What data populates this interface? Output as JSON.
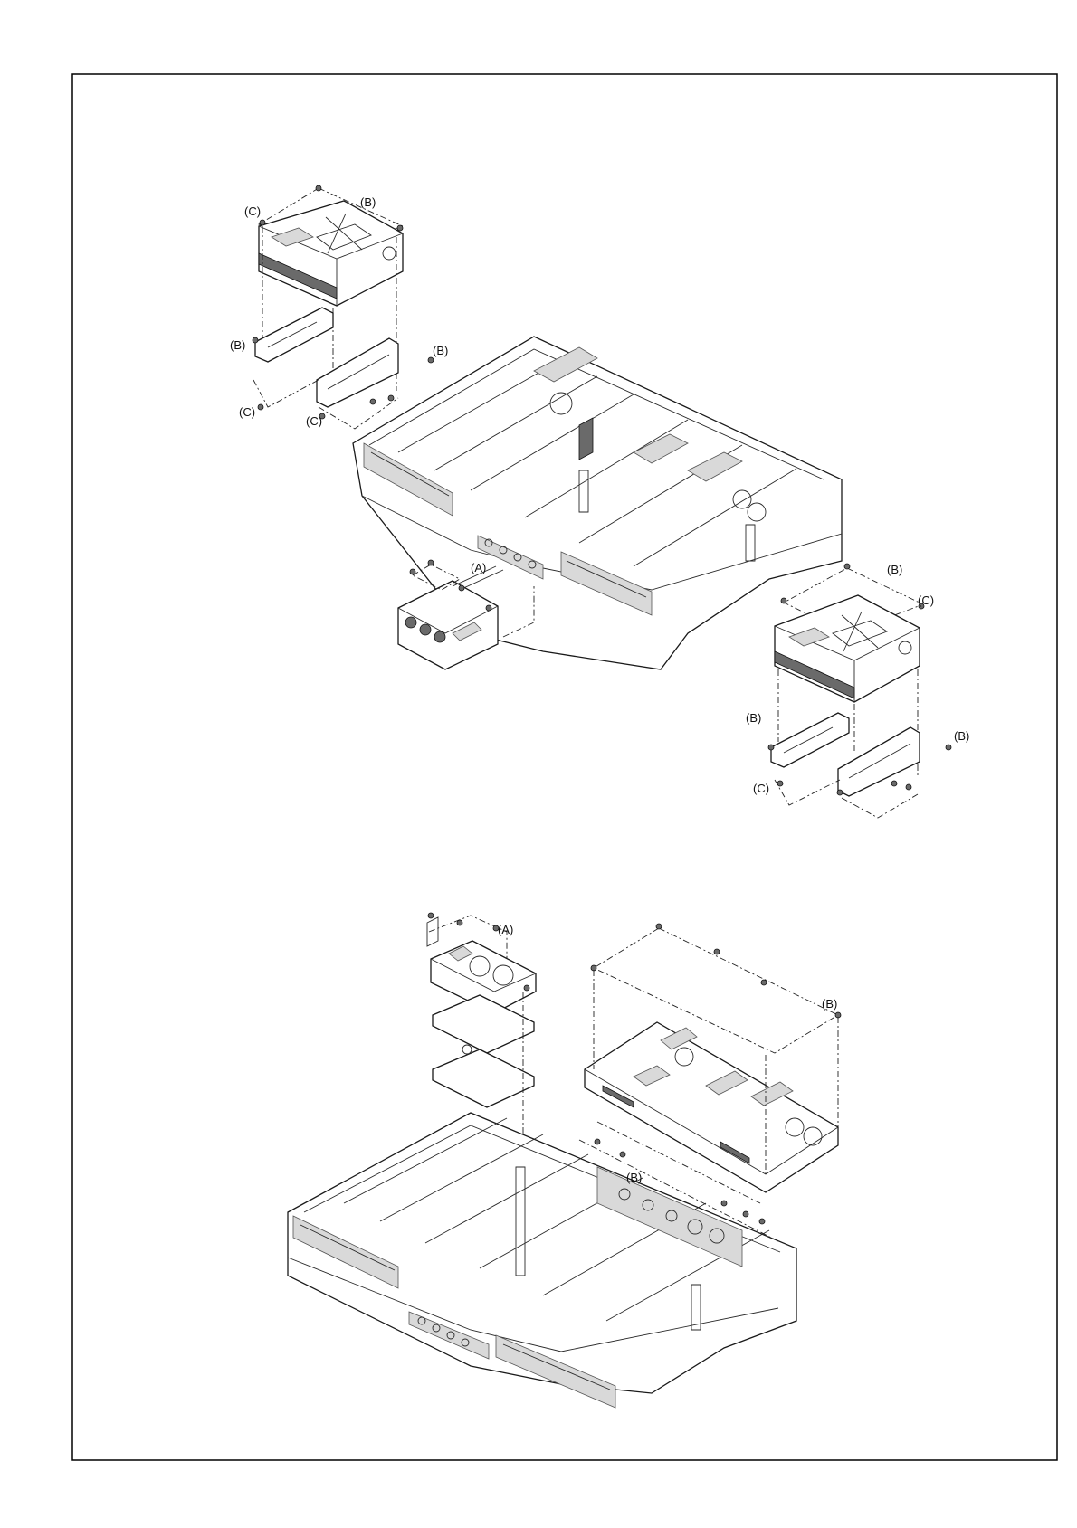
{
  "labels": {
    "upper": {
      "c_top": "(C)",
      "b_top": "(B)",
      "b_left_bracket": "(B)",
      "b_right_bracket": "(B)",
      "c_left_bottom": "(C)",
      "c_mid_bottom": "(C)",
      "a_jack_board": "(A)",
      "b_right_mech": "(B)",
      "c_right_mech": "(C)",
      "b_right_lower_left": "(B)",
      "b_right_lower_right": "(B)",
      "c_right_lower": "(C)"
    },
    "lower": {
      "a_power_board": "(A)",
      "b_main_board": "(B)",
      "b_rear_panel": "(B)"
    }
  }
}
